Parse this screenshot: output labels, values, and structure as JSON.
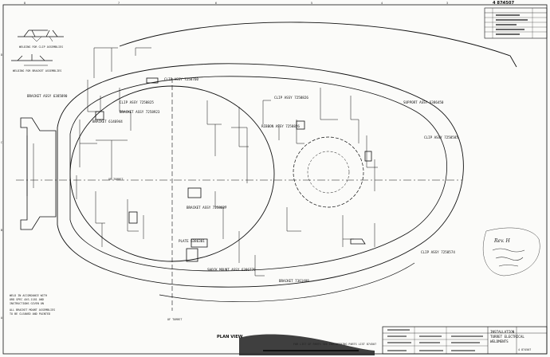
{
  "drawing_number": "4 874507",
  "border": {
    "zones_top": [
      "8",
      "7",
      "6",
      "5",
      "4",
      "3",
      "2"
    ],
    "zones_side": [
      "D",
      "C",
      "B",
      "A"
    ]
  },
  "details": {
    "weld_section_1": "WELDING FOR CLIP ASSEMBLIES",
    "weld_section_2": "WELDING FOR BRACKET ASSEMBLIES"
  },
  "callouts": {
    "clip_top": "CLIP ASSY 7258760",
    "bracket_left": "BRACKET ASSY 6385890",
    "clip_left": "CLIP ASSY 7258825",
    "bracket_mid": "BRACKET ASSY 7258923",
    "bracket_left2": "BRACKET 6146944",
    "clip_center": "CLIP ASSY 7258826",
    "ribbon": "RIBBON ASSY 7258826",
    "support": "SUPPORT ASSY 6386450",
    "clip_right": "CLIP ASSY 7258585",
    "bracket_center": "BRACKET ASSY 7258627",
    "plate": "PLATE 6386301",
    "shock_mount": "SHOCK MOUNT ASSY 6386779",
    "bracket_lower": "BRACKET 7361408",
    "clip_lower_right": "CLIP ASSY 7258574",
    "gun_turret": "OF TURRET",
    "plan_view": "PLAN VIEW"
  },
  "notes": [
    "WELD IN ACCORDANCE WITH",
    "ORD SPEC AXS-1181 AND",
    "INSTRUCTIONS GIVEN ON",
    "ALL BRACKET MOUNT ASSEMBLIES",
    "TO BE CLEANED AND PAINTED"
  ],
  "handwritten_stamp": "Rev. H",
  "title_block": {
    "title_line1": "INSTALLATION",
    "title_line2": "TURRET ELECTRICAL",
    "title_line3": "WELDMENTS",
    "drawing_no": "4 874507",
    "parts_list_ref": "FOR LIST OF PARTS SEE ENGINEERING PARTS LIST 874507"
  }
}
